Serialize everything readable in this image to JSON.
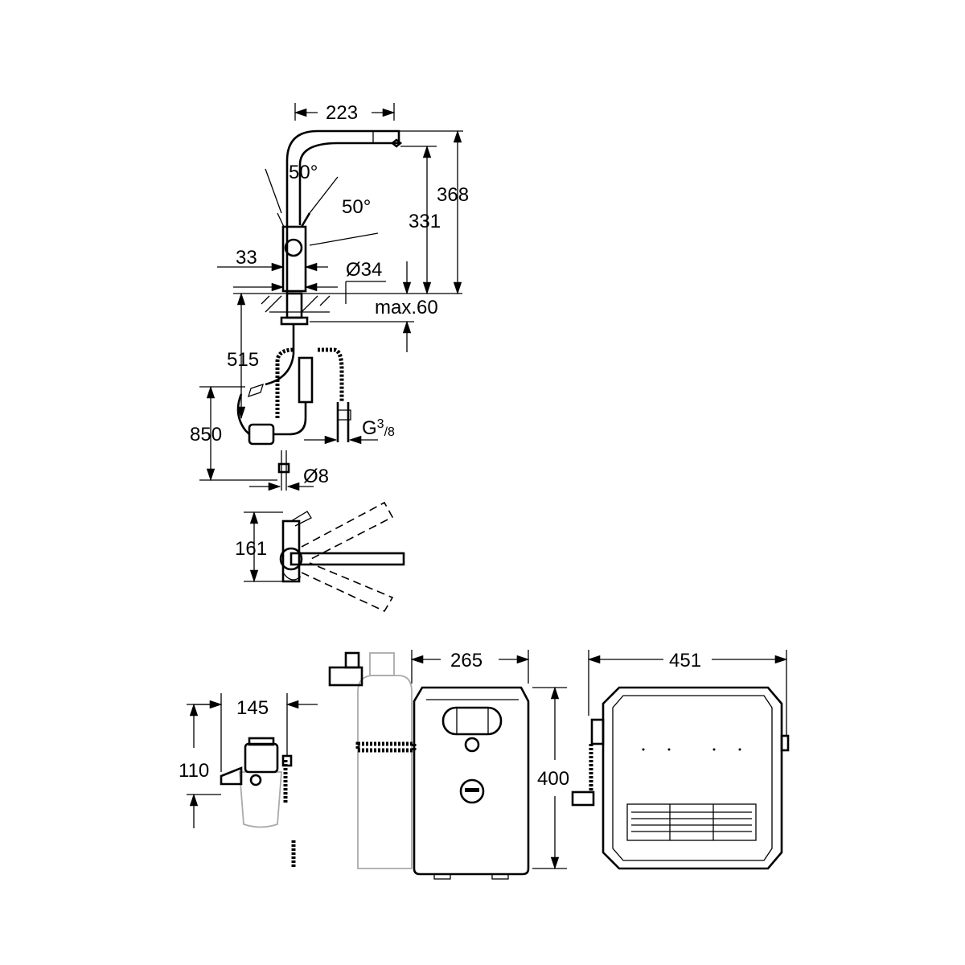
{
  "title": "Faucet and chiller/carbonator dimensional drawing",
  "dimensions": {
    "spout_reach": "223",
    "total_height": "368",
    "spout_height": "331",
    "lever_angle_left": "50°",
    "lever_angle_right": "50°",
    "body_width": "33",
    "base_diameter": "Ø34",
    "max_counter_thickness": "max.60",
    "hose_length": "515",
    "install_depth": "850",
    "connection_thread_g": "G",
    "connection_thread_num": "3",
    "connection_thread_den": "/8",
    "pipe_diameter": "Ø8",
    "swivel_height": "161",
    "filter_width": "145",
    "filter_height": "110",
    "chiller_depth": "265",
    "chiller_height": "400",
    "chiller_width": "451"
  },
  "colors": {
    "line": "#000000",
    "ghost": "#aaaaaa"
  }
}
